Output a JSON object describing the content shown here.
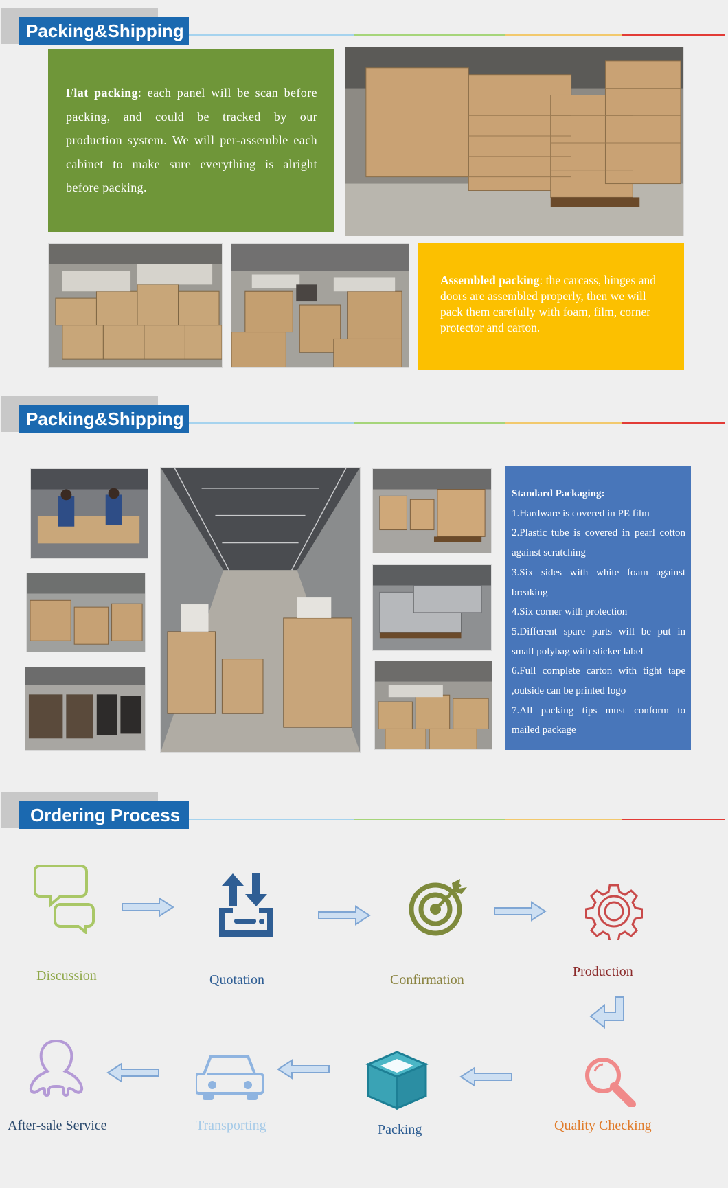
{
  "sections": {
    "packing1_title": "Packing&Shipping",
    "packing2_title": "Packing&Shipping",
    "ordering_title": "Ordering Process"
  },
  "flat_packing": {
    "bold": "Flat packing",
    "text": ": each panel will be scan before packing, and could be tracked by our production system. We will per-assemble each cabinet to make sure everything is alright before packing."
  },
  "assembled_packing": {
    "bold": "Assembled packing",
    "text": ": the carcass, hinges and doors are assembled properly, then we will pack them carefully with foam, film, corner protector and carton."
  },
  "standard_packaging": {
    "title": "Standard Packaging:",
    "items": [
      "1.Hardware is covered in PE film",
      "2.Plastic tube is covered in pearl cotton against scratching",
      "3.Six sides with white foam against breaking",
      "4.Six corner with protection",
      "5.Different spare parts will be put in small polybag with sticker label",
      "6.Full complete carton with tight tape ,outside can be printed logo",
      "7.All packing tips must conform to mailed package"
    ]
  },
  "process": {
    "steps": [
      {
        "label": "Discussion",
        "icon": "chat-bubbles-icon",
        "color": "#8fa84a"
      },
      {
        "label": "Quotation",
        "icon": "upload-download-icon",
        "color": "#2f5e94"
      },
      {
        "label": "Confirmation",
        "icon": "target-icon",
        "color": "#8a8340"
      },
      {
        "label": "Production",
        "icon": "gear-icon",
        "color": "#8b2a2a"
      },
      {
        "label": "Quality Checking",
        "icon": "magnifier-icon",
        "color": "#e07b2a"
      },
      {
        "label": "Packing",
        "icon": "box-icon",
        "color": "#2d5d92"
      },
      {
        "label": "Transporting",
        "icon": "car-icon",
        "color": "#a7cbe8"
      },
      {
        "label": "After-sale Service",
        "icon": "person-icon",
        "color": "#2b4a6e"
      }
    ]
  },
  "colors": {
    "header_blue": "#1b69b0",
    "green_box": "#6f9639",
    "yellow_box": "#fcc000",
    "blue_box": "#4876ba",
    "arrow_blue": "#a9c6e8"
  }
}
